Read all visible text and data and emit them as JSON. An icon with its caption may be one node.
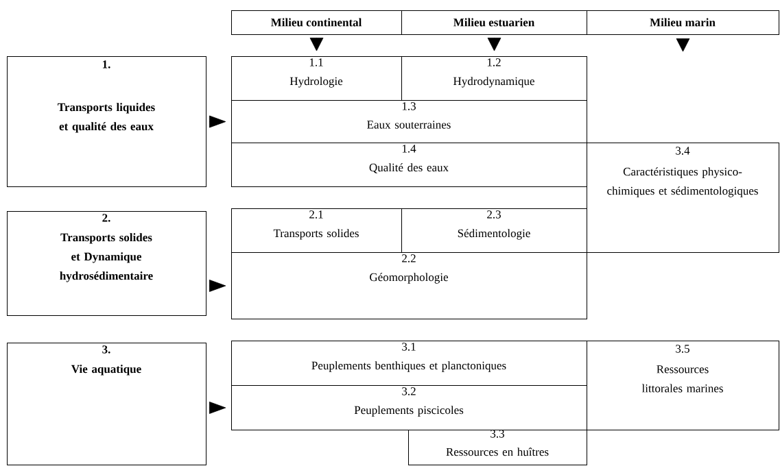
{
  "diagram": {
    "nodes": [
      {
        "text": [
          "Milieu continental"
        ]
      },
      {
        "text": [
          "Milieu estuarien"
        ]
      },
      {
        "text": [
          "Milieu marin"
        ]
      },
      {
        "text": [
          "1.",
          "Transports liquides et qualité des eaux"
        ]
      },
      {
        "text": [
          "1.1",
          "Hydrologie"
        ]
      },
      {
        "text": [
          "1.2",
          "Hydrodynamique"
        ]
      },
      {
        "text": [
          "1.3",
          "Eaux souterraines"
        ]
      },
      {
        "text": [
          "1.4",
          "Qualité des eaux"
        ]
      },
      {
        "text": [
          "3.4",
          "Caractéristiques physico-chimiques et sédimentologiques"
        ]
      },
      {
        "text": [
          "2.",
          "Transports solides et Dynamique hydrosédimentaire"
        ]
      },
      {
        "text": [
          "2.1",
          "Transports solides"
        ]
      },
      {
        "text": [
          "2.3",
          "Sédimentologie"
        ]
      },
      {
        "text": [
          "2.2",
          "Géomorphologie"
        ]
      },
      {
        "text": [
          "3.",
          "Vie aquatique"
        ]
      },
      {
        "text": [
          "3.1",
          "Peuplements benthiques et planctoniques"
        ]
      },
      {
        "text": [
          "3.5",
          "Ressources littorales marines"
        ]
      },
      {
        "text": [
          "3.2",
          "Peuplements piscicoles"
        ]
      },
      {
        "text": [
          "3.3",
          "Ressources en huîtres"
        ]
      }
    ],
    "edges": [
      {
        "from": 0,
        "to": 4,
        "arrow": "to"
      },
      {
        "from": 1,
        "to": 5,
        "arrow": "to"
      },
      {
        "from": 2,
        "to": null,
        "arrow": "to"
      },
      {
        "from": 3,
        "to": 6,
        "arrow": "to"
      },
      {
        "from": 9,
        "to": 12,
        "arrow": "to"
      },
      {
        "from": 13,
        "to": 16,
        "arrow": "to"
      }
    ]
  }
}
